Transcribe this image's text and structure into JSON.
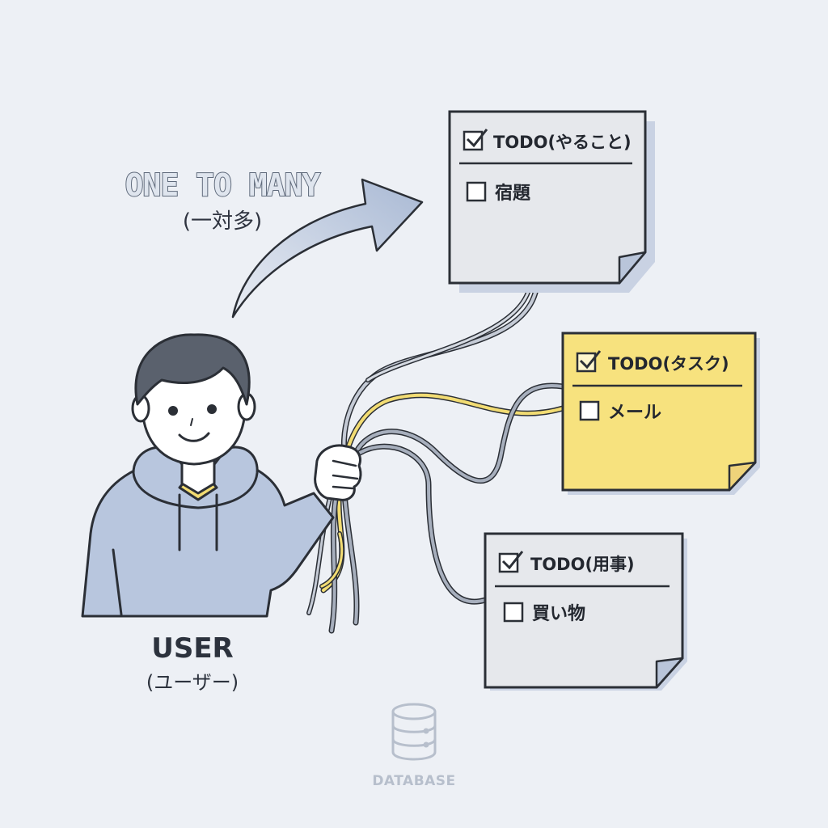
{
  "heading": {
    "title": "ONE TO MANY",
    "subtitle": "(一対多)"
  },
  "user": {
    "label": "USER",
    "sublabel": "(ユーザー)"
  },
  "notes": [
    {
      "header": "TODO(やること)",
      "item": "宿題",
      "color": "#e6e8ec",
      "header_checked": true,
      "item_checked": false
    },
    {
      "header": "TODO(タスク)",
      "item": "メール",
      "color": "#f7e27e",
      "header_checked": true,
      "item_checked": false
    },
    {
      "header": "TODO(用事)",
      "item": "買い物",
      "color": "#e6e8ec",
      "header_checked": true,
      "item_checked": false
    }
  ],
  "database": {
    "label": "DATABASE",
    "icon": "database-icon"
  },
  "colors": {
    "background": "#edf0f5",
    "outline": "#2b2f36",
    "hoodie": "#b8c6de",
    "note_gray": "#e6e8ec",
    "note_yellow": "#f7e27e",
    "rope_gray": "#a7afbd",
    "rope_yellow": "#f2dc73",
    "arrow": "#b3c1d9"
  }
}
